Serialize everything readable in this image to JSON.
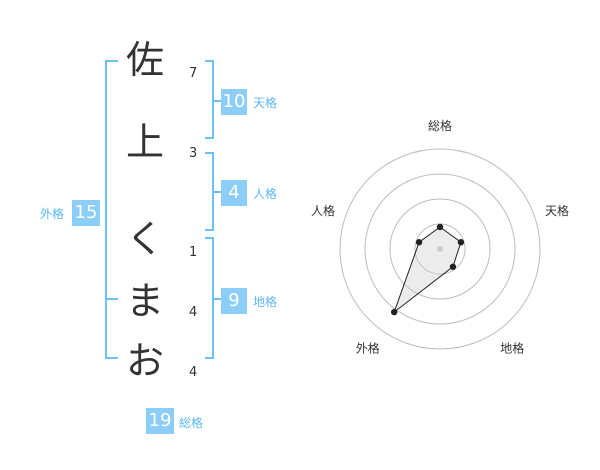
{
  "name_chars": [
    {
      "char": "佐",
      "strokes": "7"
    },
    {
      "char": "上",
      "strokes": "3"
    },
    {
      "char": "く",
      "strokes": "1"
    },
    {
      "char": "ま",
      "strokes": "4"
    },
    {
      "char": "お",
      "strokes": "4"
    }
  ],
  "kakusu": {
    "tenkaku": {
      "value": "10",
      "label": "天格"
    },
    "jinkaku": {
      "value": "4",
      "label": "人格"
    },
    "chikaku": {
      "value": "9",
      "label": "地格"
    },
    "gaikaku": {
      "value": "15",
      "label": "外格"
    },
    "soukaku": {
      "value": "19",
      "label": "総格"
    }
  },
  "colors": {
    "accent": "#8ccef7",
    "label": "#5bb8f5",
    "bracket": "#6cc0f4"
  },
  "chart_data": {
    "type": "radar",
    "axes": [
      "総格",
      "天格",
      "地格",
      "外格",
      "人格"
    ],
    "values": [
      0.22,
      0.22,
      0.22,
      0.78,
      0.22
    ],
    "range": [
      0,
      1
    ],
    "rings": 4
  }
}
